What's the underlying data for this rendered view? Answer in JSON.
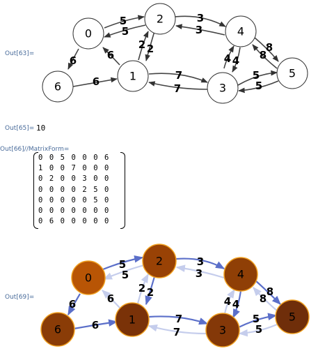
{
  "outputs": {
    "out63": "Out[63]=",
    "out65": "Out[65]=",
    "out65_value": "10",
    "out66": "Out[66]//MatrixForm=",
    "out69": "Out[69]="
  },
  "matrix": [
    [
      0,
      0,
      5,
      0,
      0,
      0,
      6
    ],
    [
      1,
      0,
      0,
      7,
      0,
      0,
      0
    ],
    [
      0,
      2,
      0,
      0,
      3,
      0,
      0
    ],
    [
      0,
      0,
      0,
      0,
      2,
      5,
      0
    ],
    [
      0,
      0,
      0,
      0,
      0,
      5,
      0
    ],
    [
      0,
      0,
      0,
      0,
      0,
      0,
      0
    ],
    [
      0,
      6,
      0,
      0,
      0,
      0,
      0
    ]
  ],
  "graph1": {
    "nodes": [
      "0",
      "2",
      "4",
      "6",
      "1",
      "3",
      "5"
    ],
    "edge_labels": [
      "5",
      "5",
      "3",
      "3",
      "6",
      "6",
      "2",
      "2",
      "4",
      "4",
      "8",
      "8",
      "6",
      "7",
      "7",
      "5",
      "5"
    ]
  },
  "graph2": {
    "nodes": [
      "0",
      "2",
      "4",
      "6",
      "1",
      "3",
      "5"
    ],
    "edge_labels": [
      "5",
      "5",
      "3",
      "3",
      "6",
      "6",
      "2",
      "2",
      "4",
      "4",
      "8",
      "8",
      "6",
      "7",
      "7",
      "5",
      "5"
    ],
    "colors": {
      "node_0": "#b85505",
      "node_2": "#994205",
      "node_4": "#8f3f06",
      "node_6": "#8a3c07",
      "node_1": "#7a3208",
      "node_3": "#843808",
      "node_5": "#6f2e0a",
      "node_border": "#f0a020",
      "edge_strong": "#5b6fc9",
      "edge_light": "#c5cdec"
    }
  }
}
